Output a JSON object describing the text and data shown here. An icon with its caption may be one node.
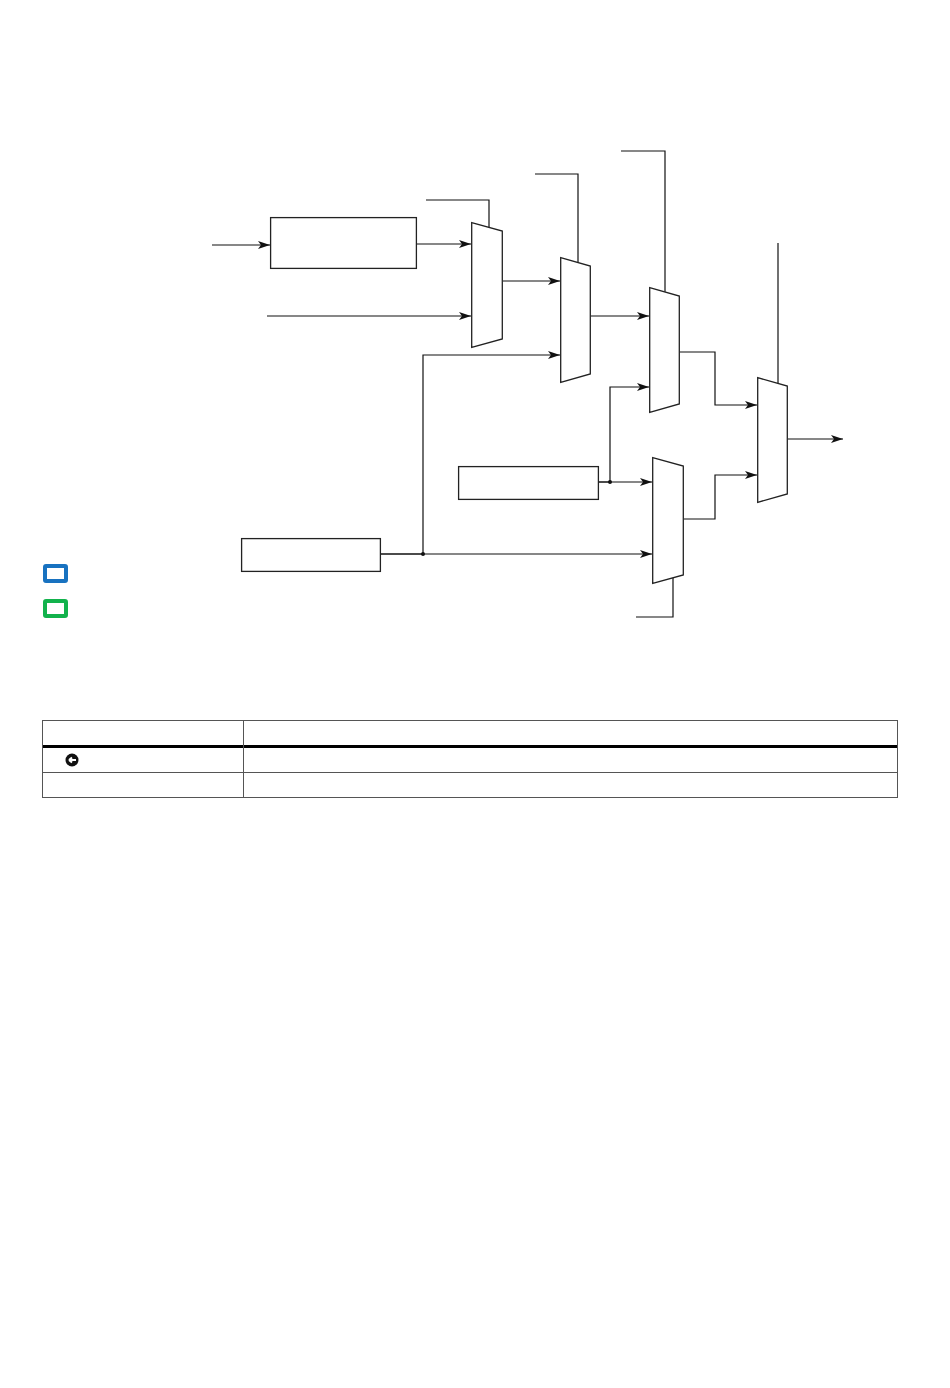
{
  "diagram": {
    "nodes": [
      {
        "text": [],
        "shape": "box"
      },
      {
        "text": [],
        "shape": "box"
      },
      {
        "text": [],
        "shape": "box"
      },
      {
        "text": [],
        "shape": "trapezoid"
      },
      {
        "text": [],
        "shape": "trapezoid"
      },
      {
        "text": [],
        "shape": "trapezoid"
      },
      {
        "text": [],
        "shape": "trapezoid"
      },
      {
        "text": [],
        "shape": "trapezoid"
      }
    ],
    "edges": [
      {
        "from": null,
        "to": 0,
        "arrow": "to"
      },
      {
        "from": 0,
        "to": 3,
        "arrow": "to"
      },
      {
        "from": null,
        "to": 3,
        "arrow": "to"
      },
      {
        "from": 3,
        "to": 4,
        "arrow": "to"
      },
      {
        "from": 4,
        "to": 5,
        "arrow": "to"
      },
      {
        "from": 2,
        "to": 4,
        "arrow": "to"
      },
      {
        "from": 2,
        "to": 6,
        "arrow": "to"
      },
      {
        "from": 1,
        "to": 5,
        "arrow": "to"
      },
      {
        "from": 1,
        "to": 6,
        "arrow": "to"
      },
      {
        "from": 5,
        "to": 7,
        "arrow": "to"
      },
      {
        "from": 6,
        "to": 7,
        "arrow": "to"
      },
      {
        "from": 7,
        "to": null,
        "arrow": "to"
      },
      {
        "from": null,
        "to": 3,
        "arrow": "none"
      },
      {
        "from": null,
        "to": 4,
        "arrow": "none"
      },
      {
        "from": null,
        "to": 5,
        "arrow": "none"
      },
      {
        "from": null,
        "to": 7,
        "arrow": "none"
      },
      {
        "from": null,
        "to": 6,
        "arrow": "none"
      }
    ]
  }
}
